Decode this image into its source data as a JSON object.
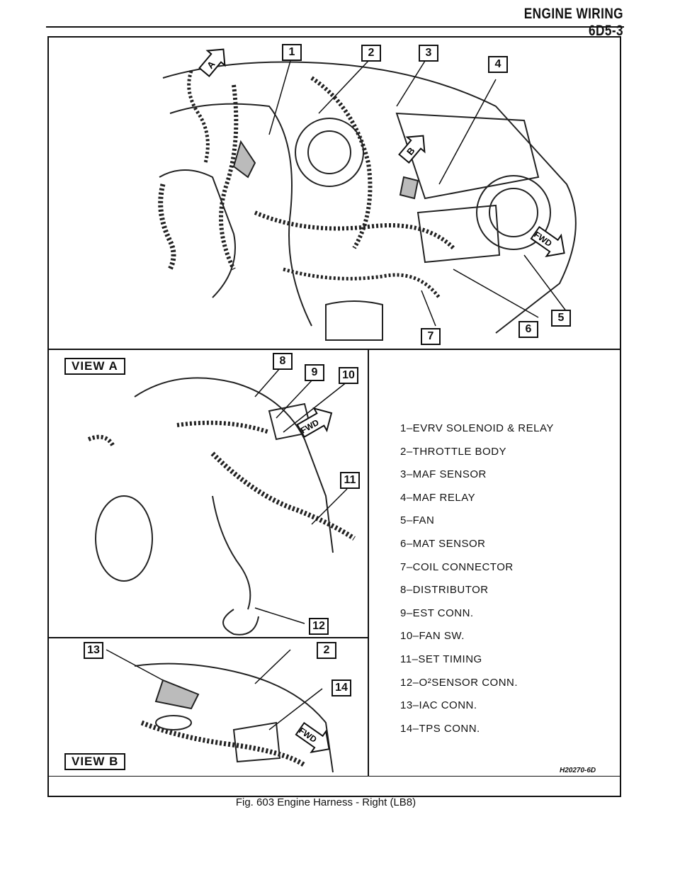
{
  "page_header": "ENGINE WIRING 6D5-3",
  "views": {
    "view_a": "VIEW A",
    "view_b": "VIEW B"
  },
  "callouts": [
    "1",
    "2",
    "3",
    "4",
    "5",
    "6",
    "7",
    "8",
    "9",
    "10",
    "11",
    "12",
    "13",
    "2",
    "14"
  ],
  "fwd_marks": [
    "FWD",
    "FWD",
    "FWD"
  ],
  "arrow_labels": [
    "A",
    "B"
  ],
  "legend": [
    "1–EVRV SOLENOID & RELAY",
    "2–THROTTLE BODY",
    "3–MAF SENSOR",
    "4–MAF RELAY",
    "5–FAN",
    "6–MAT SENSOR",
    "7–COIL CONNECTOR",
    "8–DISTRIBUTOR",
    "9–EST CONN.",
    "10–FAN SW.",
    "11–SET TIMING",
    "12–O²SENSOR CONN.",
    "13–IAC CONN.",
    "14–TPS CONN."
  ],
  "figure_code": "H20270-6D",
  "caption": "Fig. 603 Engine Harness - Right (LB8)"
}
